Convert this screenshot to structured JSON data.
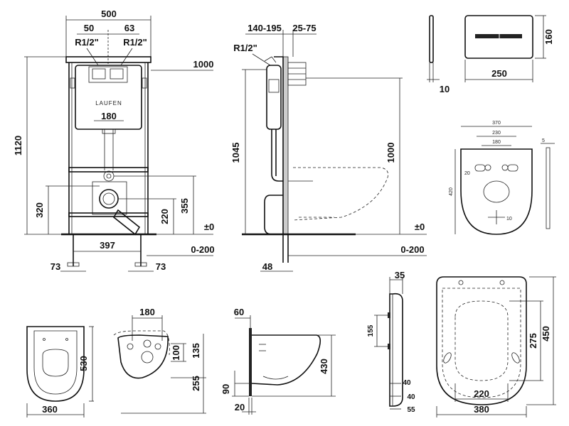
{
  "frame_front": {
    "width": "500",
    "offset_left": "50",
    "offset_right": "63",
    "thread_left": "R1/2\"",
    "thread_right": "R1/2\"",
    "height_1000": "1000",
    "total_height": "1120",
    "brand": "LAUFEN",
    "pipe_spacing": "180",
    "h320": "320",
    "h220": "220",
    "h355": "355",
    "floor_level": "±0",
    "foot_spacing": "397",
    "floor_adjust": "0-200",
    "foot_left": "73",
    "foot_right": "73"
  },
  "frame_side": {
    "depth_range": "140-195",
    "offset_range": "25-75",
    "thread": "R1/2\"",
    "h1045": "1045",
    "h1000": "1000",
    "floor_level": "±0",
    "floor_adjust": "0-200",
    "foot_depth": "48"
  },
  "flush_plate": {
    "height": "160",
    "width": "250",
    "thickness": "10"
  },
  "sound_pad": {
    "width_total": "370",
    "width_mid": "230",
    "width_inner": "180",
    "hole_offset": "20",
    "height": "420",
    "bottom_dim": "10",
    "thickness": "5"
  },
  "bowl_top": {
    "length": "530",
    "width": "360"
  },
  "bowl_back": {
    "bolt_spacing": "180",
    "h135": "135",
    "h100": "100",
    "h255": "255"
  },
  "bowl_side": {
    "top_offset": "60",
    "height": "430",
    "h90": "90",
    "bottom_offset": "20"
  },
  "seat_side": {
    "top": "35",
    "hinge_span": "155",
    "b40a": "40",
    "b40b": "40",
    "b55": "55"
  },
  "seat_top": {
    "length": "450",
    "inner": "275",
    "inner_width": "220",
    "width": "380"
  }
}
